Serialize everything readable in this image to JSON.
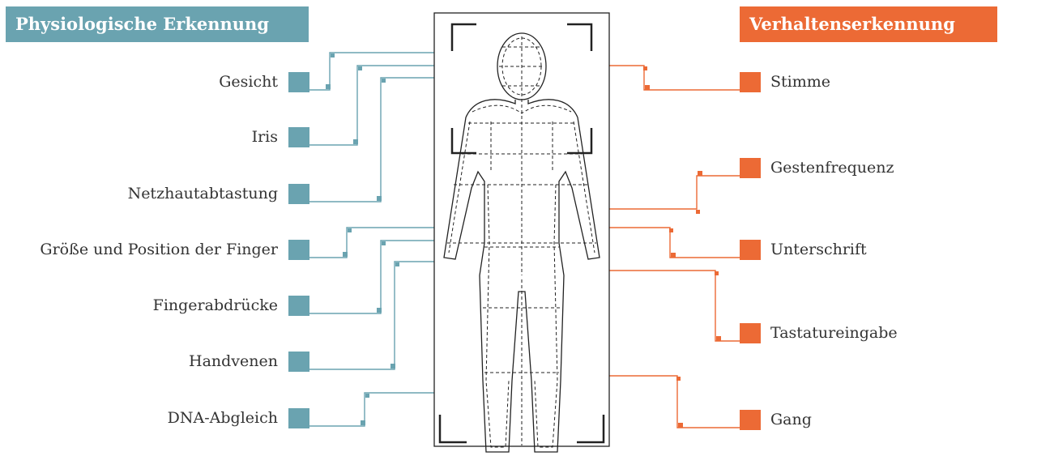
{
  "colors": {
    "teal": "#6aa3b0",
    "orange": "#ec6a35",
    "figure": "#222222"
  },
  "physiological": {
    "title": "Physiologische Erkennung",
    "items": [
      "Gesicht",
      "Iris",
      "Netzhautabtastung",
      "Größe und Position der Finger",
      "Fingerabdrücke",
      "Handvenen",
      "DNA-Abgleich"
    ]
  },
  "behavioral": {
    "title": "Verhaltenserkennung",
    "items": [
      "Stimme",
      "Gestenfrequenz",
      "Unterschrift",
      "Tastatureingabe",
      "Gang"
    ]
  }
}
